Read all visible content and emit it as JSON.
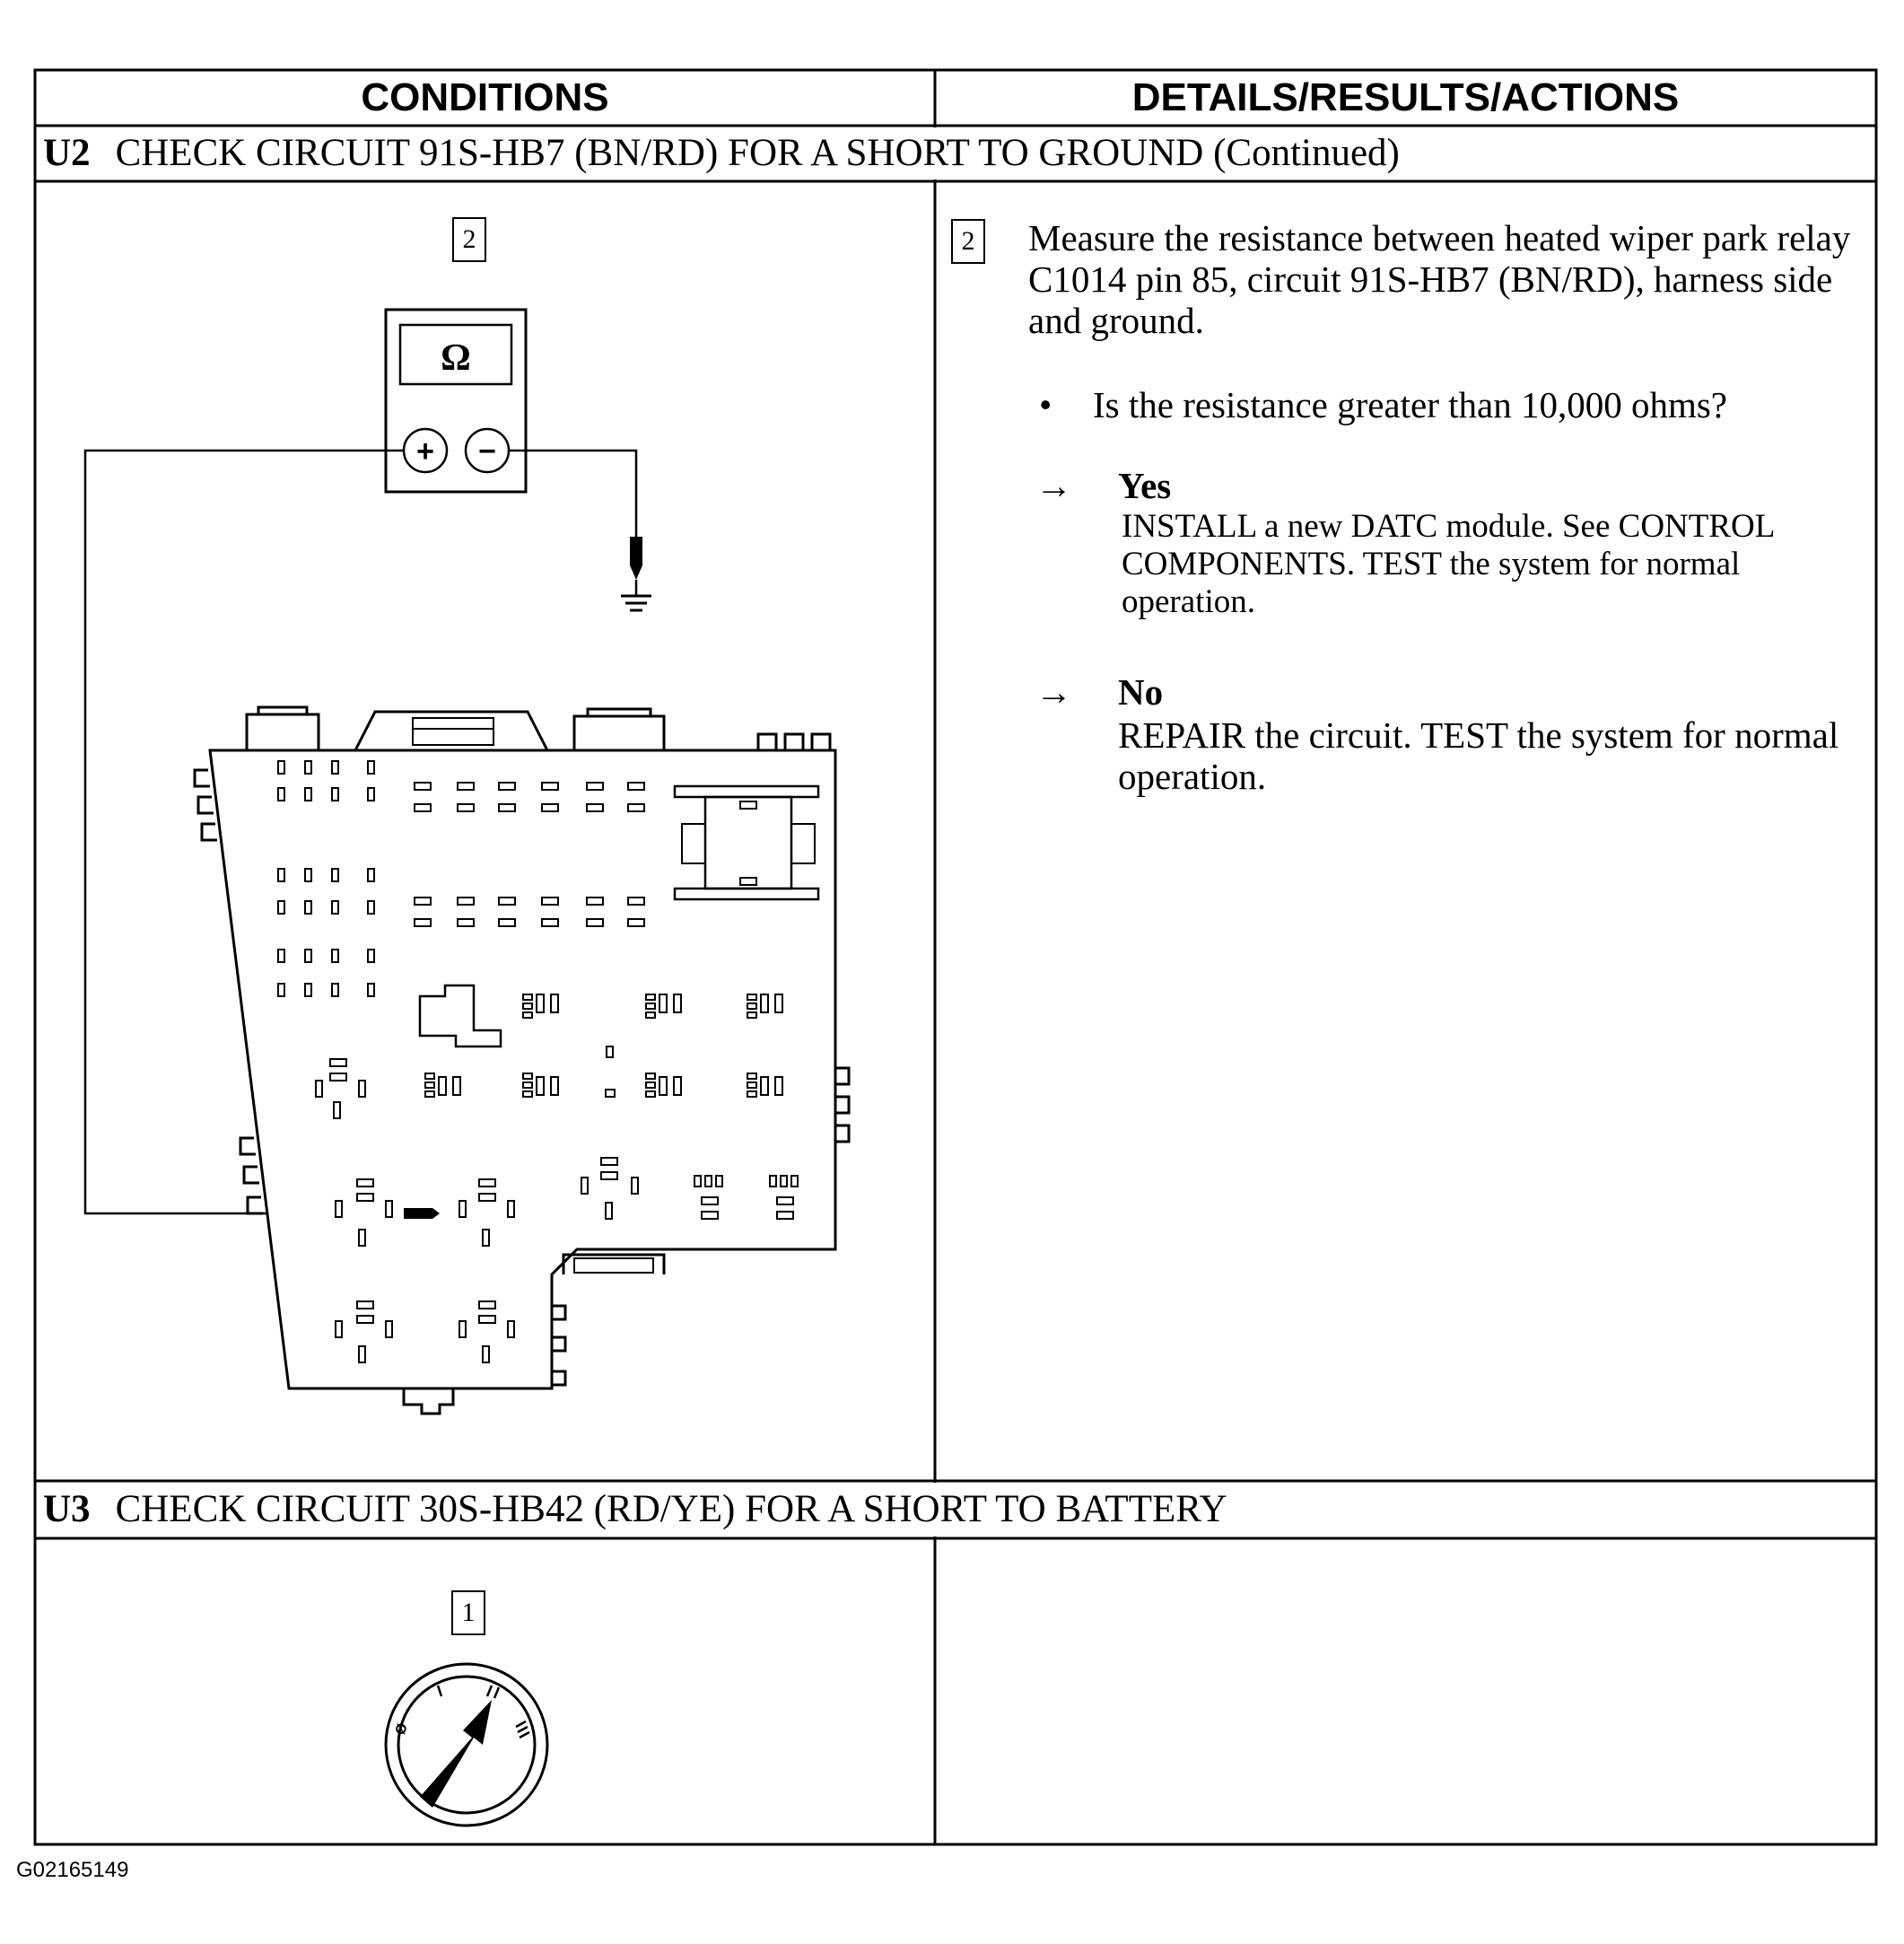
{
  "table": {
    "header_conditions": "CONDITIONS",
    "header_details": "DETAILS/RESULTS/ACTIONS"
  },
  "section_u2": {
    "code": "U2",
    "title": "CHECK CIRCUIT 91S-HB7 (BN/RD) FOR A SHORT TO GROUND (Continued)",
    "step_number": "2",
    "instruction": "Measure the resistance between heated wiper park relay C1014 pin 85, circuit 91S-HB7 (BN/RD), harness side and ground.",
    "question": "Is the resistance greater than 10,000 ohms?",
    "yes_label": "Yes",
    "yes_action": "INSTALL a new DATC module. See CONTROL COMPONENTS. TEST the system for normal operation.",
    "no_label": "No",
    "no_action": "REPAIR the circuit. TEST the system for normal operation.",
    "meter_symbol": "Ω",
    "meter_plus": "+",
    "meter_minus": "−"
  },
  "section_u3": {
    "code": "U3",
    "title": "CHECK CIRCUIT 30S-HB42 (RD/YE) FOR A SHORT TO BATTERY",
    "step_number": "1"
  },
  "figure_id": "G02165149",
  "icons": {
    "bullet": "•",
    "arrow": "→"
  }
}
